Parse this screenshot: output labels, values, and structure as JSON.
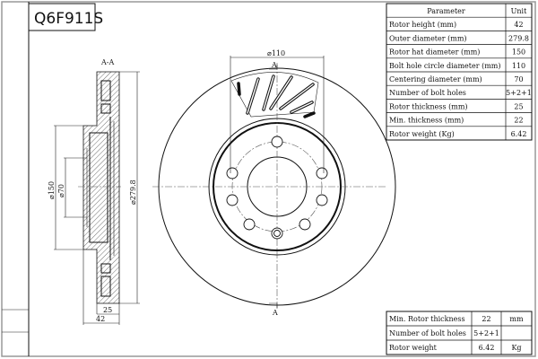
{
  "title": "Q6F911S",
  "section_label": "A-A",
  "cut_label": "A",
  "dimensions": {
    "bolt_circle": "⌀110",
    "hat": "⌀150",
    "center": "⌀70",
    "outer": "⌀279.8",
    "thickness": "25",
    "height": "42"
  },
  "spec_table": {
    "headers": [
      "Parameter",
      "Unit"
    ],
    "rows": [
      [
        "Rotor height (mm)",
        "42"
      ],
      [
        "Outer diameter (mm)",
        "279.8"
      ],
      [
        "Rotor hat diameter (mm)",
        "150"
      ],
      [
        "Bolt hole circle diameter (mm)",
        "110"
      ],
      [
        "Centering diameter (mm)",
        "70"
      ],
      [
        "Number of bolt holes",
        "5+2+1"
      ],
      [
        "Rotor thickness (mm)",
        "25"
      ],
      [
        "Min. thickness (mm)",
        "22"
      ],
      [
        "Rotor weight (Kg)",
        "6.42"
      ]
    ]
  },
  "summary_table": {
    "rows": [
      [
        "Min. Rotor thickness",
        "22",
        "mm"
      ],
      [
        "Number of bolt holes",
        "5+2+1",
        ""
      ],
      [
        "Rotor weight",
        "6.42",
        "Kg"
      ]
    ]
  }
}
